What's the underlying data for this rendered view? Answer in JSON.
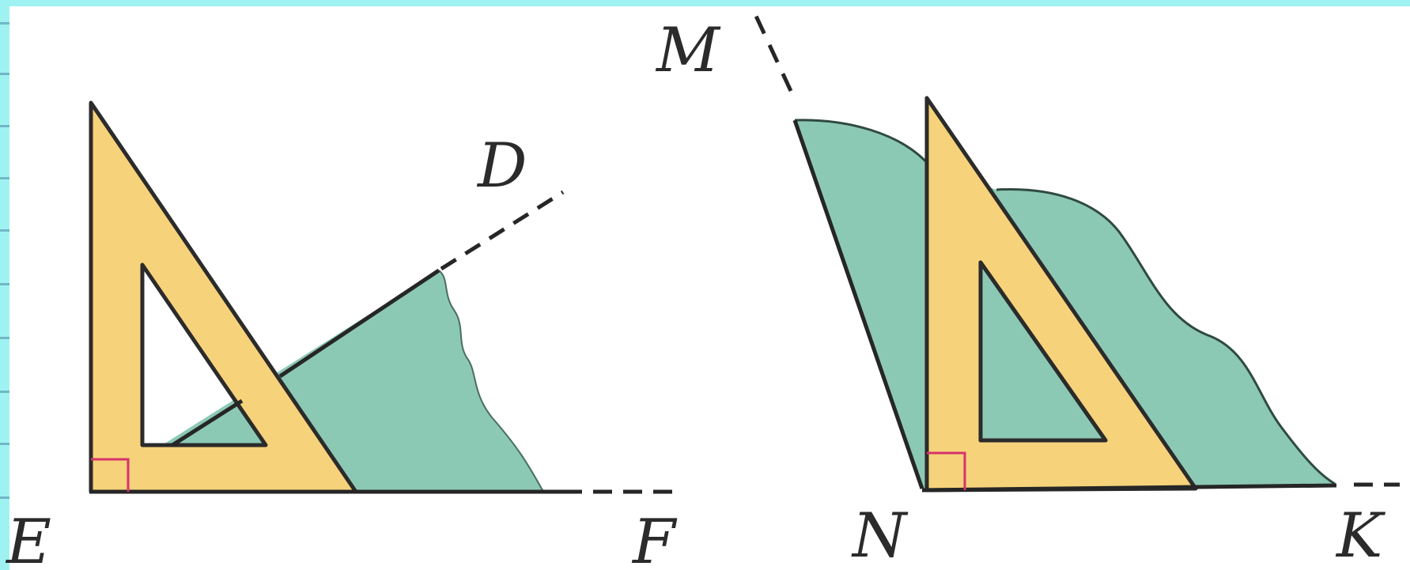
{
  "points": {
    "left": {
      "E": "E",
      "D": "D",
      "F": "F"
    },
    "right": {
      "M": "M",
      "N": "N",
      "K": "K"
    }
  },
  "colors": {
    "set_square_fill": "#f6d27a",
    "sector_fill": "#8cc9b4",
    "line": "#262626",
    "right_angle_mark": "#d6336c",
    "frame": "#9ff2f2"
  }
}
